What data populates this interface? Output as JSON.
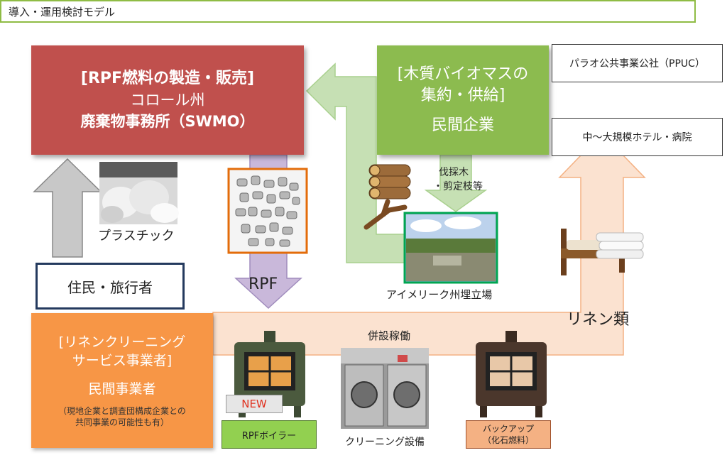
{
  "header": {
    "title": "導入・運用検討モデル"
  },
  "rpf_box": {
    "line1": "[RPF燃料の製造・販売]",
    "line2": "コロール州",
    "line3": "廃棄物事務所（SWMO）"
  },
  "biomass_box": {
    "line1": "[木質バイオマスの",
    "line2": "集約・供給]",
    "line3": "民間企業"
  },
  "customers": {
    "ppuc": "パラオ公共事業公社（PPUC）",
    "hotels": "中～大規模ホテル・病院"
  },
  "residents_box": {
    "label": "住民・旅行者"
  },
  "linen_box": {
    "line1": "[リネンクリーニング",
    "line2": "サービス事業者]",
    "line3": "民間事業者",
    "line4": "（現地企業と調査団構成企業との",
    "line5": "共同事業の可能性も有）"
  },
  "labels": {
    "plastic": "プラスチック",
    "rpf": "RPF",
    "timber_1": "伐採木",
    "timber_2": "・剪定枝等",
    "landfill": "アイメリーク州埋立場",
    "linen": "リネン類",
    "cooperation": "併設稼働",
    "new_badge": "NEW",
    "rpf_boiler": "RPFボイラー",
    "cleaning_equipment": "クリーニング設備",
    "backup_1": "バックアップ",
    "backup_2": "（化石燃料）"
  },
  "colors": {
    "rpf_red": "#c0504d",
    "biomass_green": "#8cbb4f",
    "linen_orange": "#f79646",
    "rpf_arrow": "#c9b8da",
    "supply_arrow": "#c6e0b4",
    "linen_arrow": "#fbe2d0",
    "gray_arrow": "#c8c8c8",
    "title_border": "#8fbc45",
    "resident_border": "#243a5e"
  },
  "icons": [
    "logs-icon",
    "branch-icon",
    "bed-icon",
    "towels-icon",
    "boiler-icon",
    "washing-machine-icon"
  ]
}
